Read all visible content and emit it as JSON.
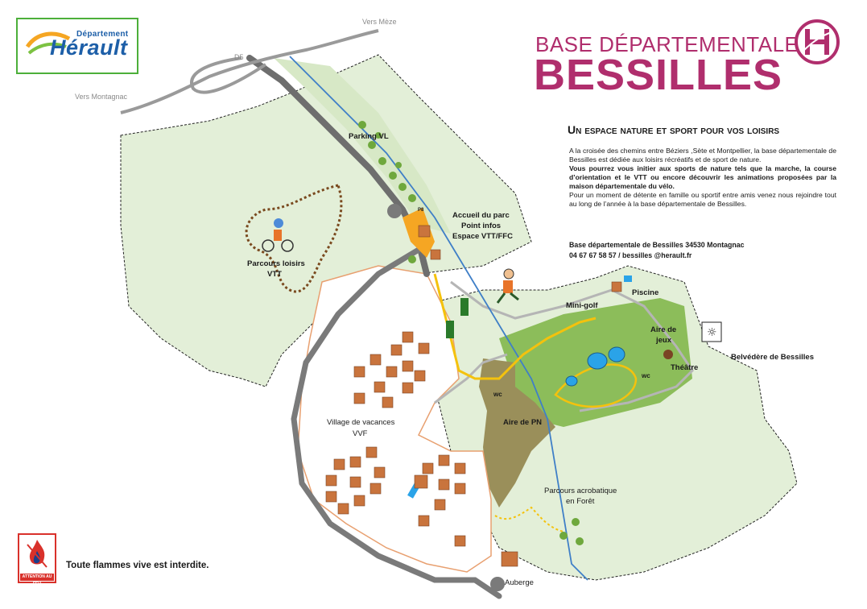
{
  "logo": {
    "department": "Département",
    "name": "Hérault",
    "icon": "herault-logo-icon"
  },
  "header": {
    "title_top": "BASE DÉPARTEMENTALE",
    "title_main": "BESSILLES",
    "brand_icon": "base-logo-icon",
    "brand_color": "#b02e6d"
  },
  "info": {
    "subtitle": "Un espace nature et sport pour vos loisirs",
    "paragraphs": [
      "A la croisée des chemins entre Béziers ,Sète et Montpellier, la base départementale de Bessilles est dédiée aux loisirs récréatifs et de sport de nature.",
      "Vous pourrez vous initier aux sports de nature tels que la marche, la course d’orientation et le VTT ou encore découvrir les animations proposées par la maison départementale du vélo.",
      "Pour un moment de détente en famille ou sportif entre amis venez nous rejoindre tout au long de l’année à la base départementale de Bessilles."
    ],
    "contact_line1": "Base départementale de Bessilles 34530 Montagnac",
    "contact_line2": "04 67 67 58 57 / bessilles @herault.fr"
  },
  "roads": {
    "vers_meze": "Vers Mèze",
    "d5": "D5",
    "vers_montagnac": "Vers Montagnac"
  },
  "places": {
    "parking": "Parking VL",
    "accueil_1": "Accueil du parc",
    "accueil_2": "Point infos",
    "accueil_3": "Espace VTT/FFC",
    "vtt_1": "Parcours loisirs",
    "vtt_2": "VTT",
    "minigolf": "Mini-golf",
    "piscine": "Piscine",
    "aire_jeux_1": "Aire de",
    "aire_jeux_2": "jeux",
    "belvedere": "Belvédère de Bessilles",
    "theatre": "Théâtre",
    "wc_1": "wc",
    "wc_2": "wc",
    "aire_pn": "Aire de PN",
    "village_1": "Village de vacances",
    "village_2": "VVF",
    "acro_1": "Parcours acrobatique",
    "acro_2": "en Forêt",
    "auberge": "Auberge",
    "parking_tag": "P8"
  },
  "warning": {
    "text": "Toute flammes vive est interdite.",
    "tag": "ATTENTION AU FEU",
    "icon": "fire-warning-icon"
  },
  "colors": {
    "park_green": "#e3efd8",
    "lawn_green": "#8cbd5a",
    "aire_pn": "#9a8f5a",
    "road": "#8c8c8c",
    "river": "#3f7fc7",
    "path_yellow": "#f4c20d",
    "accent_orange": "#f5a623",
    "pink": "#b02e6d"
  }
}
